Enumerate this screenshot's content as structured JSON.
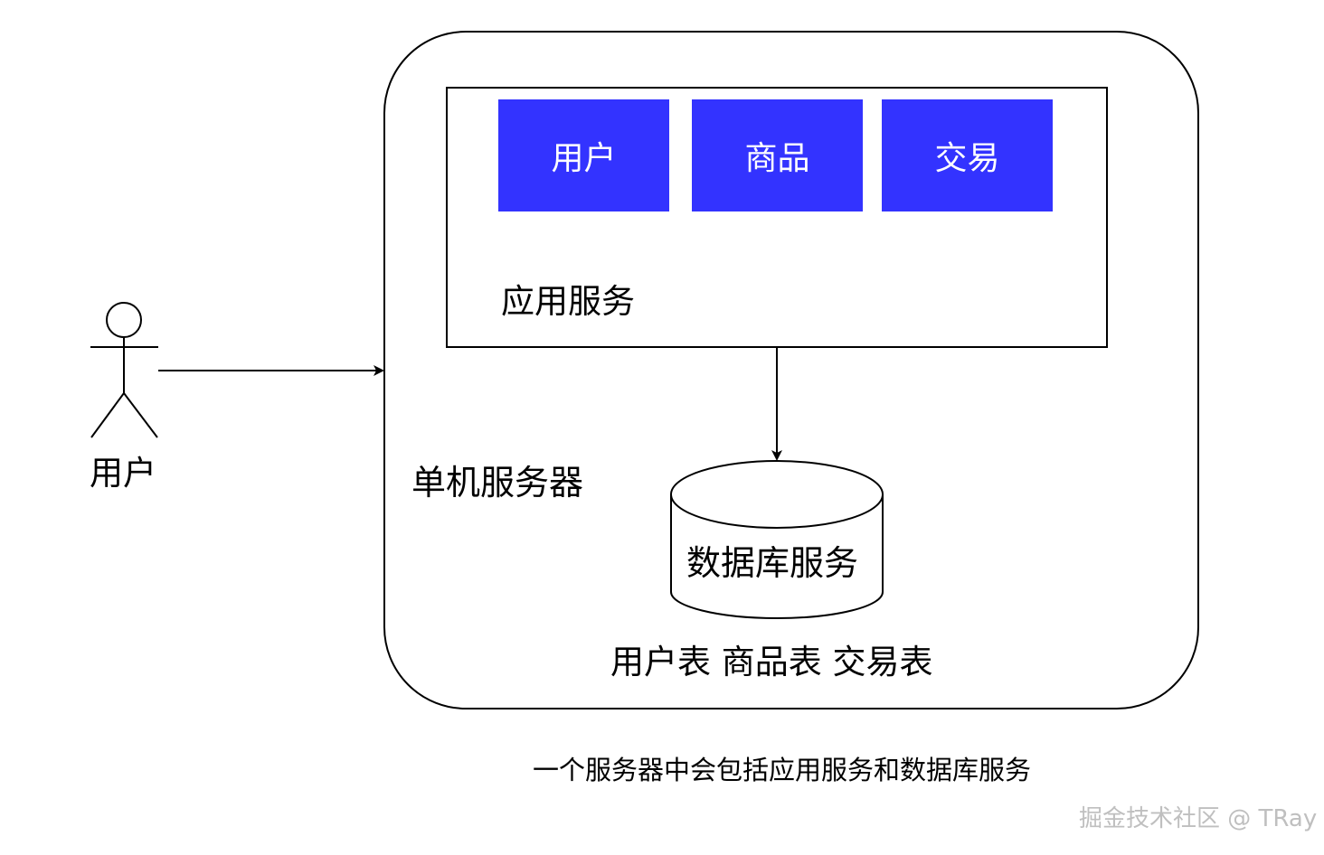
{
  "actor": {
    "label": "用户"
  },
  "server": {
    "label": "单机服务器"
  },
  "app_service": {
    "label": "应用服务",
    "modules": [
      "用户",
      "商品",
      "交易"
    ],
    "module_color": "#3333ff"
  },
  "database": {
    "label": "数据库服务",
    "tables_label": "用户表 商品表 交易表"
  },
  "caption": "一个服务器中会包括应用服务和数据库服务",
  "watermark": "掘金技术社区 @ TRay",
  "colors": {
    "stroke": "#000000",
    "background": "#ffffff",
    "watermark": "#bfbfbf"
  }
}
